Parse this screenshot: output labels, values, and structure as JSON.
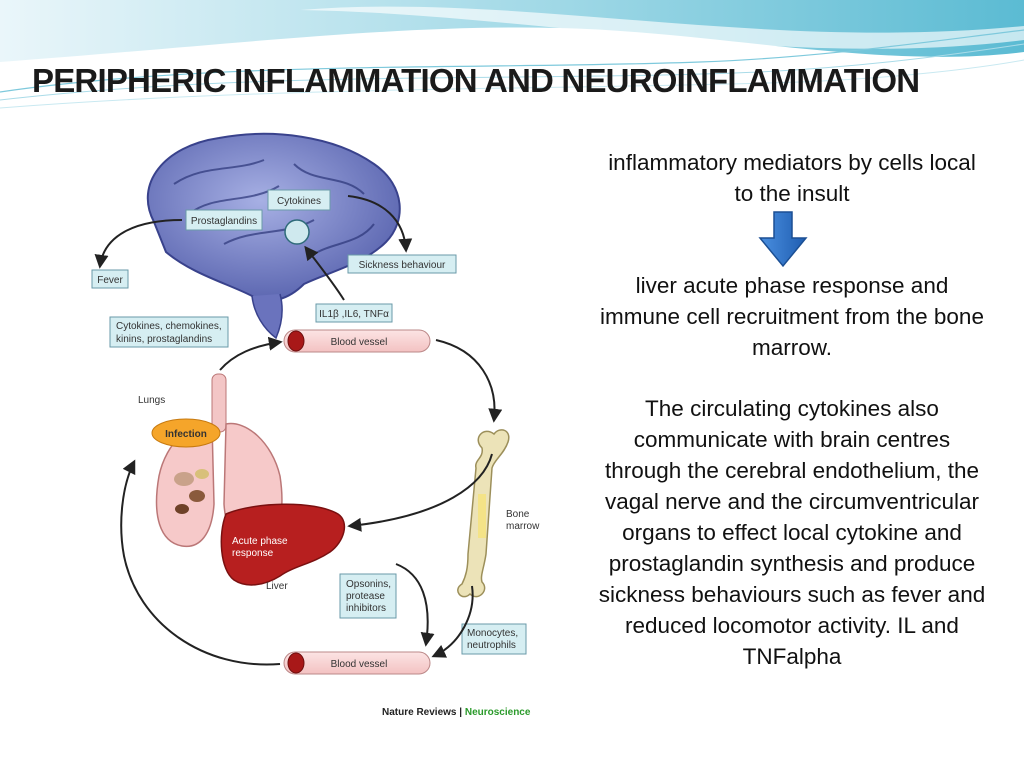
{
  "slide": {
    "title": "PERIPHERIC INFLAMMATION AND NEUROINFLAMMATION",
    "colors": {
      "banner_teal": "#7ec9dc",
      "arrow_blue": "#2f74c8",
      "liver": "#b71f1f",
      "infection": "#f5a52a"
    }
  },
  "figure": {
    "labels": {
      "cytokines": "Cytokines",
      "prostaglandins": "Prostaglandins",
      "fever": "Fever",
      "sickness_behaviour": "Sickness behaviour",
      "mediators": "IL1β ,IL6, TNFα",
      "blood_vessel_top": "Blood vessel",
      "cytokines_chemokines_line1": "Cytokines, chemokines,",
      "cytokines_chemokines_line2": "kinins, prostaglandins",
      "lungs": "Lungs",
      "infection": "Infection",
      "bone_marrow_line1": "Bone",
      "bone_marrow_line2": "marrow",
      "acute_phase_line1": "Acute phase",
      "acute_phase_line2": "response",
      "liver": "Liver",
      "opsonins_line1": "Opsonins,",
      "opsonins_line2": "protease",
      "opsonins_line3": "inhibitors",
      "monocytes_line1": "Monocytes,",
      "monocytes_line2": "neutrophils",
      "blood_vessel_bottom": "Blood vessel",
      "source_journal": "Nature Reviews",
      "source_separator": " | ",
      "source_field": "Neuroscience"
    }
  },
  "text": {
    "paragraph1": "inflammatory mediators by cells local to the insult",
    "paragraph2": "liver acute phase response and immune cell recruitment from the bone marrow.",
    "paragraph3": "The circulating cytokines also communicate with brain centres through the cerebral endothelium, the vagal nerve and the circumventricular organs to effect local cytokine and prostaglandin synthesis and produce sickness behaviours such as fever and reduced locomotor activity. IL and TNFalpha"
  }
}
